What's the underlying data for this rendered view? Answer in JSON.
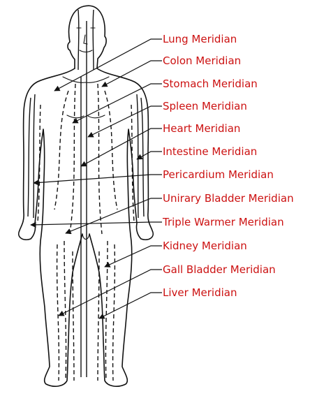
{
  "meridians": [
    {
      "label": "Lung Meridian"
    },
    {
      "label": "Colon Meridian"
    },
    {
      "label": "Stomach Meridian"
    },
    {
      "label": "Spleen Meridian"
    },
    {
      "label": "Heart Meridian"
    },
    {
      "label": "Intestine Meridian"
    },
    {
      "label": "Pericardium Meridian"
    },
    {
      "label": "Unirary Bladder Meridian"
    },
    {
      "label": "Triple Warmer Meridian"
    },
    {
      "label": "Kidney Meridian"
    },
    {
      "label": "Gall Bladder Meridian"
    },
    {
      "label": "Liver Meridian"
    }
  ],
  "colors": {
    "label": "#cc1111",
    "line": "#111111"
  }
}
